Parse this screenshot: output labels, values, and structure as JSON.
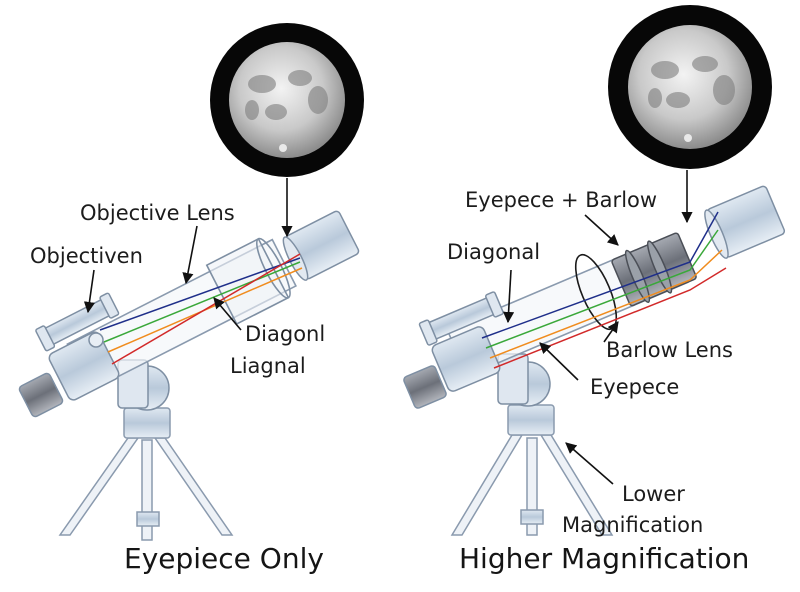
{
  "left_panel": {
    "labels": {
      "objective_lens": "Objective Lens",
      "objectiven": "Objectiven",
      "diagonl": "Diagonl",
      "liagnal": "Liagnal"
    },
    "caption": "Eyepiece Only"
  },
  "right_panel": {
    "labels": {
      "eyepiece_barlow": "Eyepece + Barlow",
      "diagonal": "Diagonal",
      "barlow_lens": "Barlow Lens",
      "eyepece": "Eyepece",
      "lower": "Lower",
      "magnification": "Magnification"
    },
    "caption": "Higher Magnification"
  },
  "colors": {
    "tube_fill": "#eef2f7",
    "tube_stroke": "#7e8fa3",
    "metal_blue": "#c7d5e4",
    "ray_blue": "#1f2f8a",
    "ray_green": "#3aa83a",
    "ray_orange": "#f08c1e",
    "ray_red": "#d22a2a",
    "moon_ring": "#070707"
  }
}
